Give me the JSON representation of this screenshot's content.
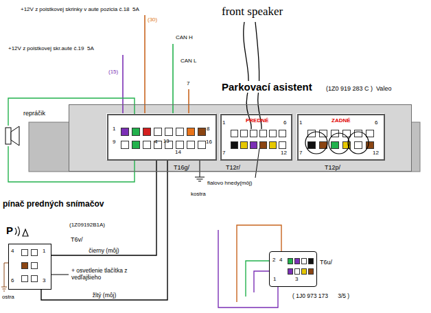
{
  "diagram": {
    "nodes": [
      {
        "text": [
          "Parkovací asistent",
          "(1Z0 919 283 C )  Valeo"
        ]
      },
      {
        "text": [
          "T16g/"
        ],
        "in": 0
      },
      {
        "text": [
          "PREDNÉ",
          "T12r/"
        ],
        "in": 0
      },
      {
        "text": [
          "ZADNÉ",
          "T12p/"
        ],
        "in": 0
      },
      {
        "text": [
          "repráčik"
        ]
      },
      {
        "text": [
          "pínač predných snímačov",
          "(1Z09192B1A)",
          "T6v/"
        ]
      },
      {
        "text": [
          "T6u/",
          "( 1J0 973 173      3/5 )"
        ]
      }
    ],
    "edges": [
      {
        "from": 4,
        "to": 1,
        "arrow": "none"
      },
      {
        "from": 4,
        "to": 1,
        "arrow": "none"
      },
      {
        "from": 5,
        "to": 1,
        "label": "čierny (môj)",
        "arrow": "none"
      },
      {
        "from": 5,
        "to": 1,
        "label": "žltý (môj)",
        "arrow": "none"
      }
    ],
    "labels": [
      "+12V z poistkovej skrinky v aute pozicia č.18  5A",
      "(30)",
      "front speaker",
      "CAN H",
      "+12V z poistkovej skr.aute č.19  5A",
      "CAN L",
      "(15)",
      "7",
      "1",
      "8",
      "9",
      "16",
      "4",
      "13",
      "14",
      "1",
      "6",
      "7",
      "12",
      "1",
      "6",
      "7",
      "12",
      "fialovo hnedy(môj)",
      "kostra",
      "P",
      "4",
      "1",
      "6",
      "3",
      "+ osvetlenie tlačítka z vedľajšieho",
      "ostra",
      "2",
      "4",
      "1",
      "3"
    ]
  }
}
